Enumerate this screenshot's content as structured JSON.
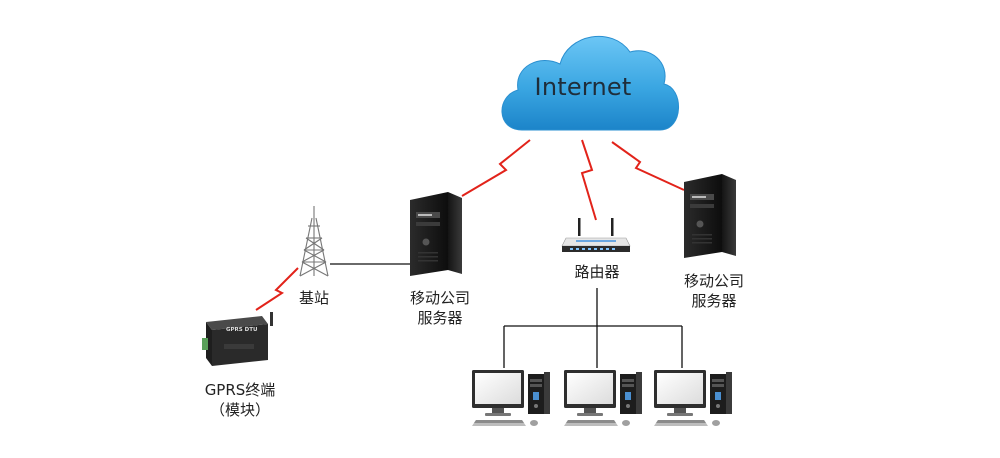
{
  "cloud": {
    "label": "Internet"
  },
  "nodes": {
    "gprs_terminal": {
      "line1": "GPRS终端",
      "line2": "（模块）",
      "device_text": "GPRS DTU"
    },
    "base_station": {
      "label": "基站"
    },
    "server_left": {
      "line1": "移动公司",
      "line2": "服务器"
    },
    "router": {
      "label": "路由器"
    },
    "server_right": {
      "line1": "移动公司",
      "line2": "服务器"
    }
  },
  "colors": {
    "wireless_link": "#e2231a",
    "cloud": "#3aa6e2",
    "wire": "#111111"
  },
  "icons": [
    "cloud-icon",
    "tower-icon",
    "server-icon",
    "router-icon",
    "computer-icon",
    "gprs-module-icon"
  ]
}
